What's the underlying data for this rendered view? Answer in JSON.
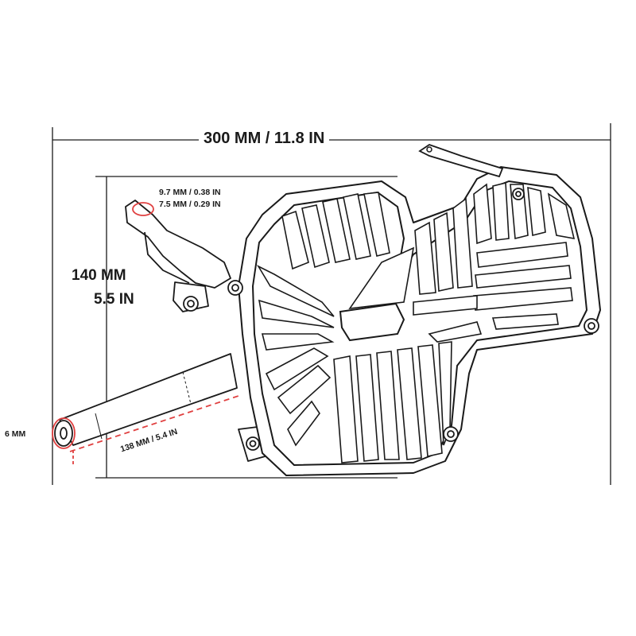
{
  "dimensions": {
    "width": "300 MM / 11.8 IN",
    "height_mm": "140 MM",
    "height_in": "5.5 IN",
    "hole_outer": "9.7 MM / 0.38 IN",
    "hole_inner": "7.5 MM / 0.29 IN",
    "bolt_diameter": "6 MM",
    "arm_length": "138 MM / 5.4 IN"
  },
  "colors": {
    "line": "#1a1a1a",
    "highlight": "#e04040",
    "background": "#ffffff"
  }
}
